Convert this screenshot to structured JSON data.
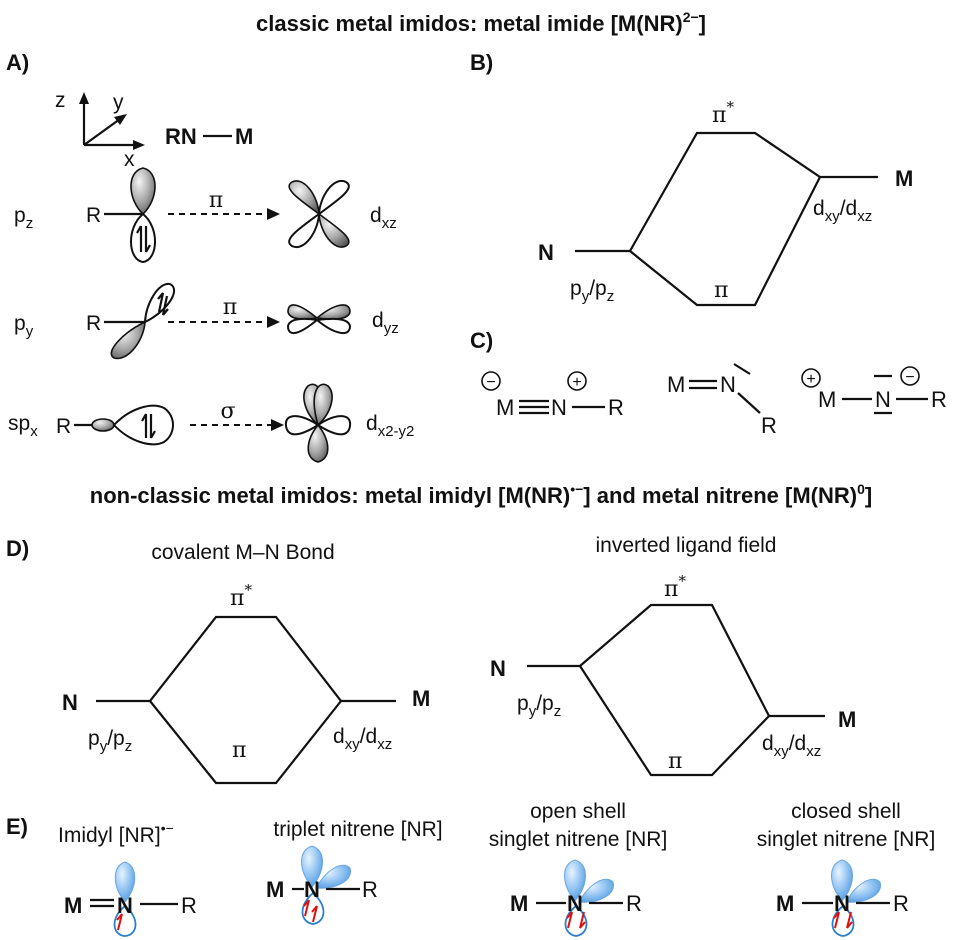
{
  "title_top": {
    "text": "classic metal imidos: metal imide [M(NR)",
    "sup": "2−",
    "close": "]"
  },
  "title_mid": {
    "text1": "non-classic metal imidos: metal imidyl [M(NR)",
    "sup1": "•−",
    "text2": "] and metal nitrene [M(NR)",
    "sup2": "0",
    "close": "]"
  },
  "panel_labels": {
    "a": "A)",
    "b": "B)",
    "c": "C)",
    "d": "D)",
    "e": "E)"
  },
  "panel_a": {
    "axes": {
      "z": "z",
      "y": "y",
      "x": "x"
    },
    "bond": {
      "rn": "RN",
      "m": "M"
    },
    "r": "R",
    "rows": [
      {
        "orb": "p",
        "orb_sub": "z",
        "arrow": "π",
        "d": "d",
        "d_sub": "xz"
      },
      {
        "orb": "p",
        "orb_sub": "y",
        "arrow": "π",
        "d": "d",
        "d_sub": "yz"
      },
      {
        "orb": "sp",
        "orb_sub": "x",
        "arrow": "σ",
        "d": "d",
        "d_sub": "x2-y2"
      }
    ]
  },
  "mo_labels": {
    "n": "N",
    "m": "M",
    "pi": "π",
    "pistar": "π",
    "star": "*",
    "p": "p",
    "y": "y",
    "slash": "/",
    "z": "z",
    "d": "d",
    "xy": "xy",
    "xz": "xz"
  },
  "panel_c": {
    "s1": {
      "m": "M",
      "n": "N",
      "r": "R",
      "minus": "−",
      "plus": "+"
    },
    "s2": {
      "m": "M",
      "n": "N",
      "r": "R"
    },
    "s3": {
      "m": "M",
      "n": "N",
      "r": "R",
      "minus": "−",
      "plus": "+"
    }
  },
  "panel_d": {
    "left_title": "covalent M–N Bond",
    "right_title": "inverted ligand field"
  },
  "panel_e": {
    "imidyl": {
      "text": "Imidyl [NR]",
      "sup": "•−"
    },
    "triplet": "triplet nitrene [NR]",
    "open_line1": "open shell",
    "open_line2": "singlet nitrene [NR]",
    "closed_line1": "closed shell",
    "closed_line2": "singlet nitrene [NR]",
    "atoms": {
      "m": "M",
      "n": "N",
      "r": "R"
    }
  },
  "colors": {
    "lobe_blue": "#6aa6e0",
    "electron_red": "#dd1111",
    "lobe_gray": "#9a9a9a"
  }
}
